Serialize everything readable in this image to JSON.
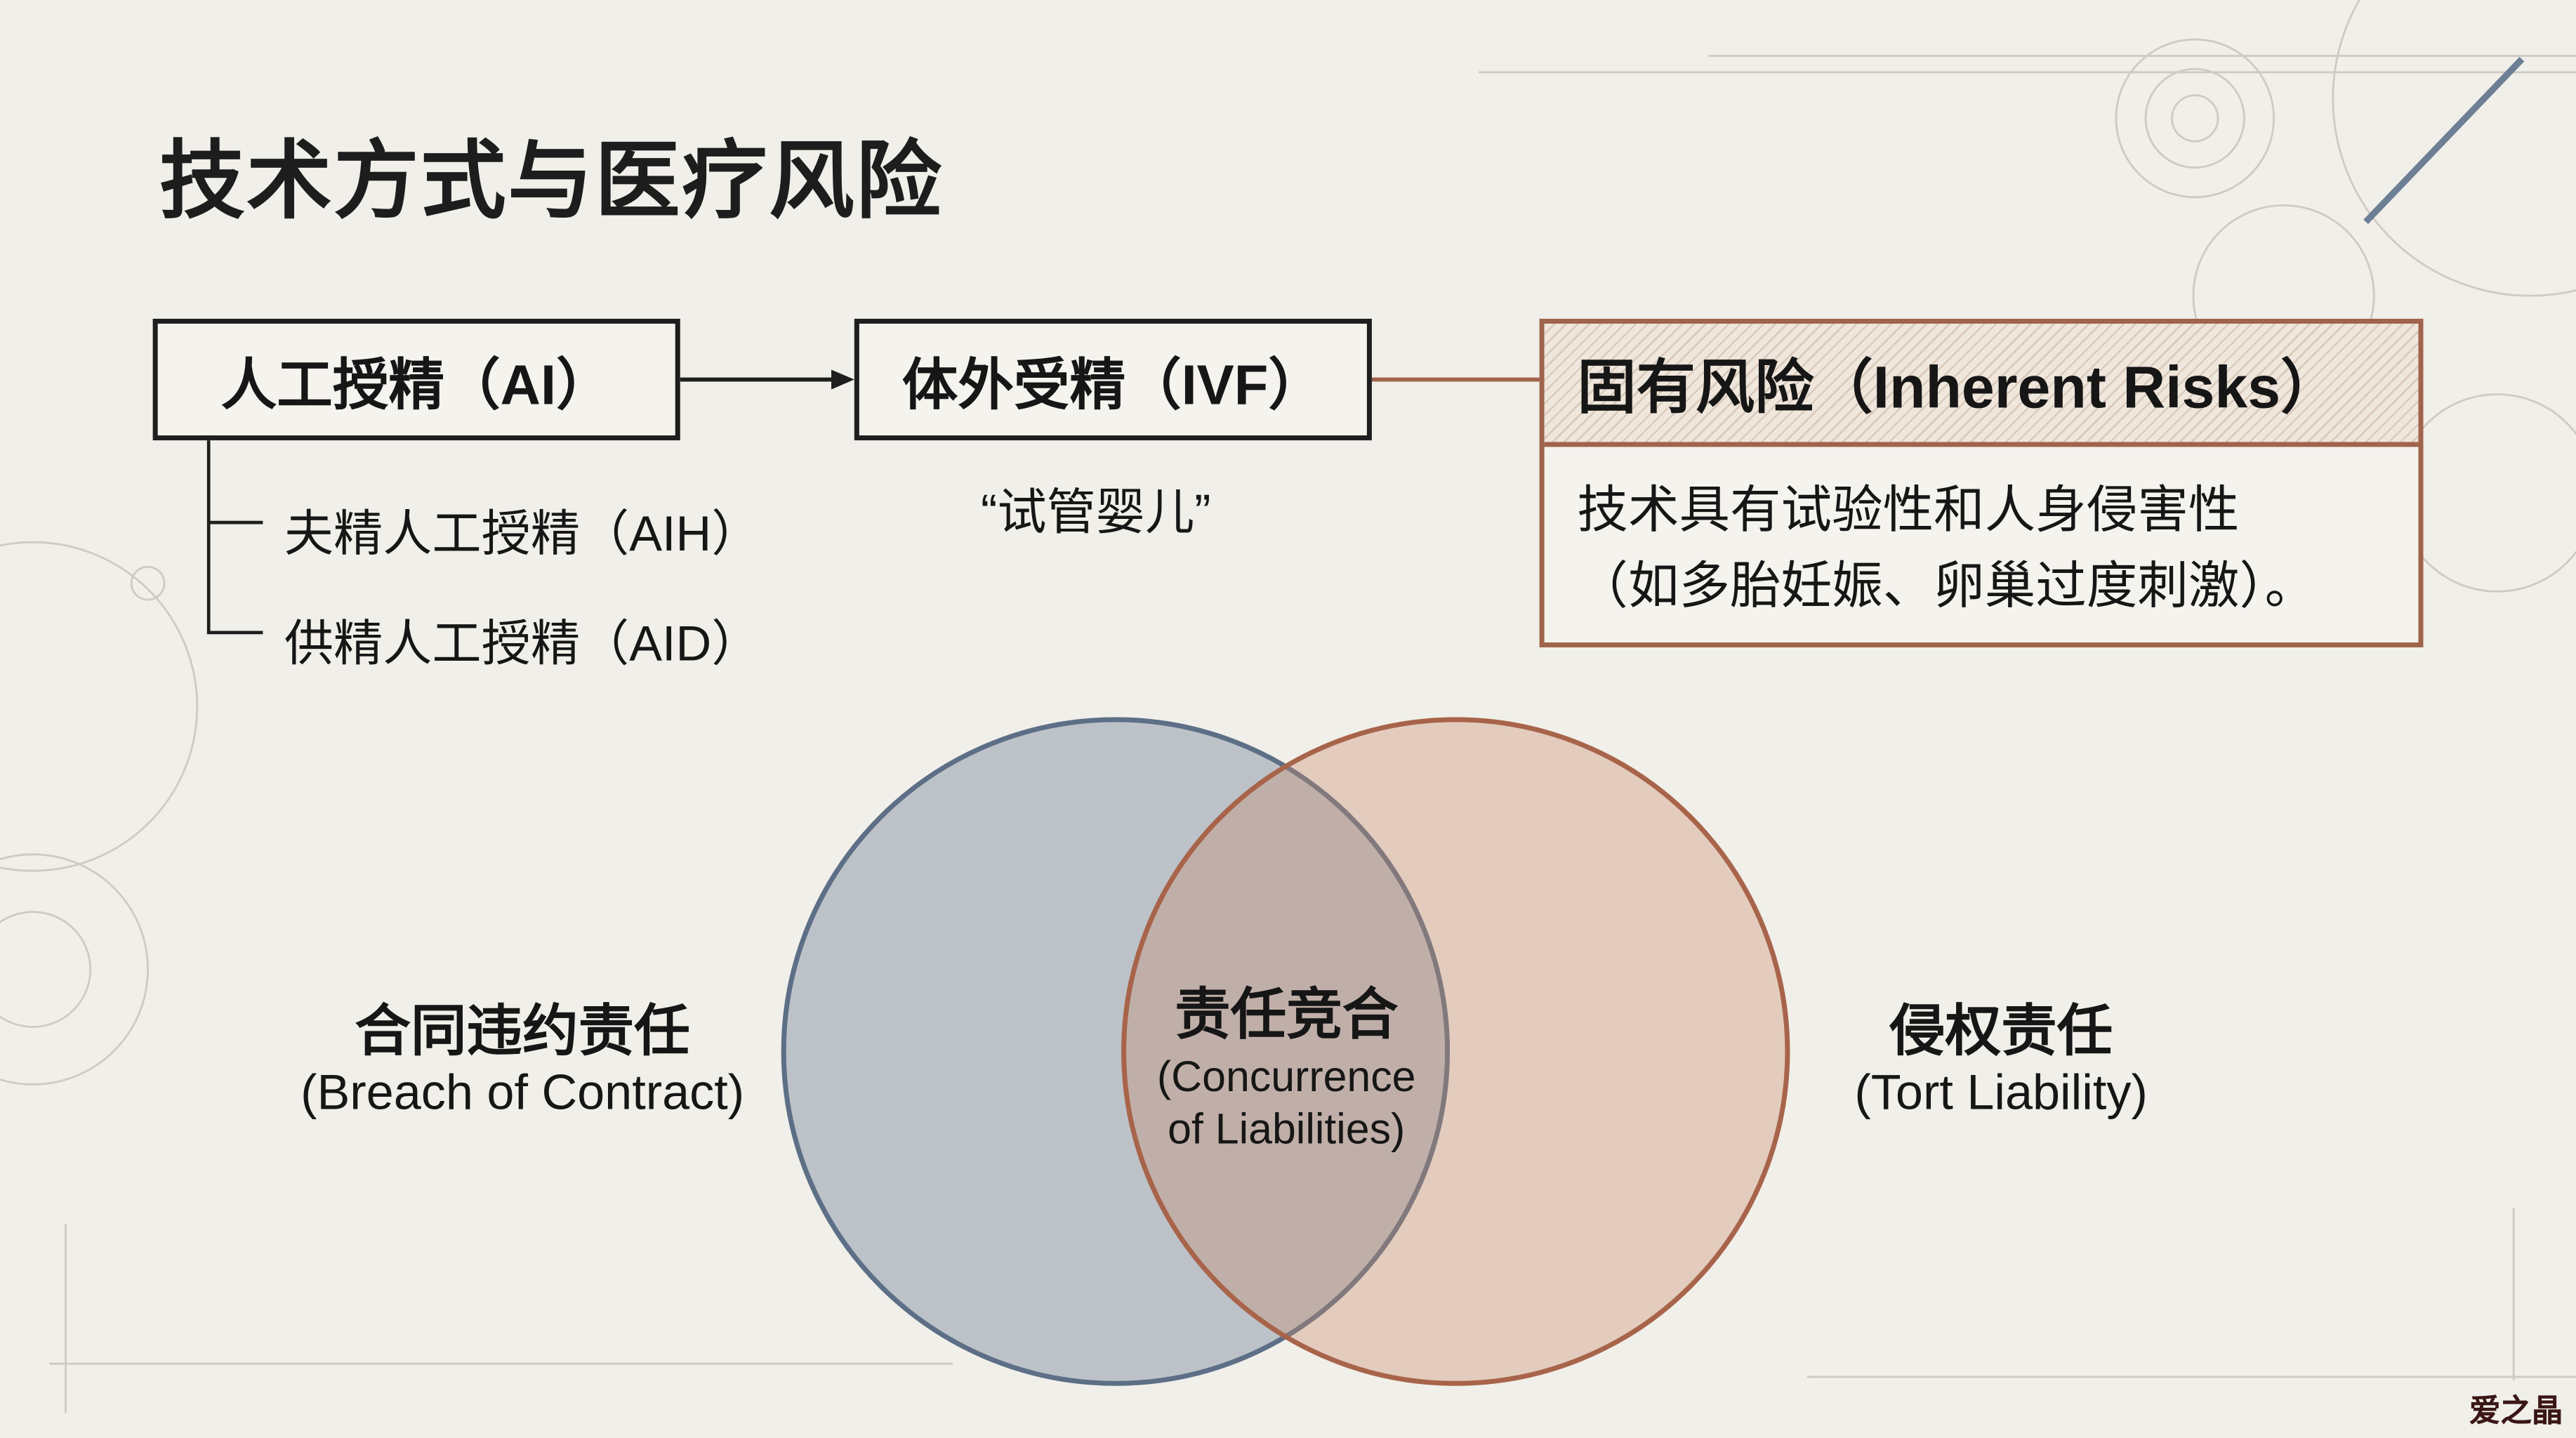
{
  "title": "技术方式与医疗风险",
  "flow": {
    "ai_box": "人工授精（AI）",
    "ivf_box": "体外受精（IVF）",
    "ivf_note": "“试管婴儿”",
    "ai_children": [
      "夫精人工授精（AIH）",
      "供精人工授精（AID）"
    ]
  },
  "risk": {
    "header": "固有风险（Inherent Risks）",
    "body_line1": "技术具有试验性和人身侵害性",
    "body_line2": "（如多胎妊娠、卵巢过度刺激）。"
  },
  "venn": {
    "left": {
      "zh": "合同违约责任",
      "en": "(Breach of Contract)",
      "color": "#5d6f86"
    },
    "right": {
      "zh": "侵权责任",
      "en": "(Tort Liability)",
      "color": "#a8644a"
    },
    "overlap": {
      "zh": "责任竞合",
      "en1": "(Concurrence",
      "en2": "of Liabilities)"
    }
  },
  "watermark": "爱之晶"
}
